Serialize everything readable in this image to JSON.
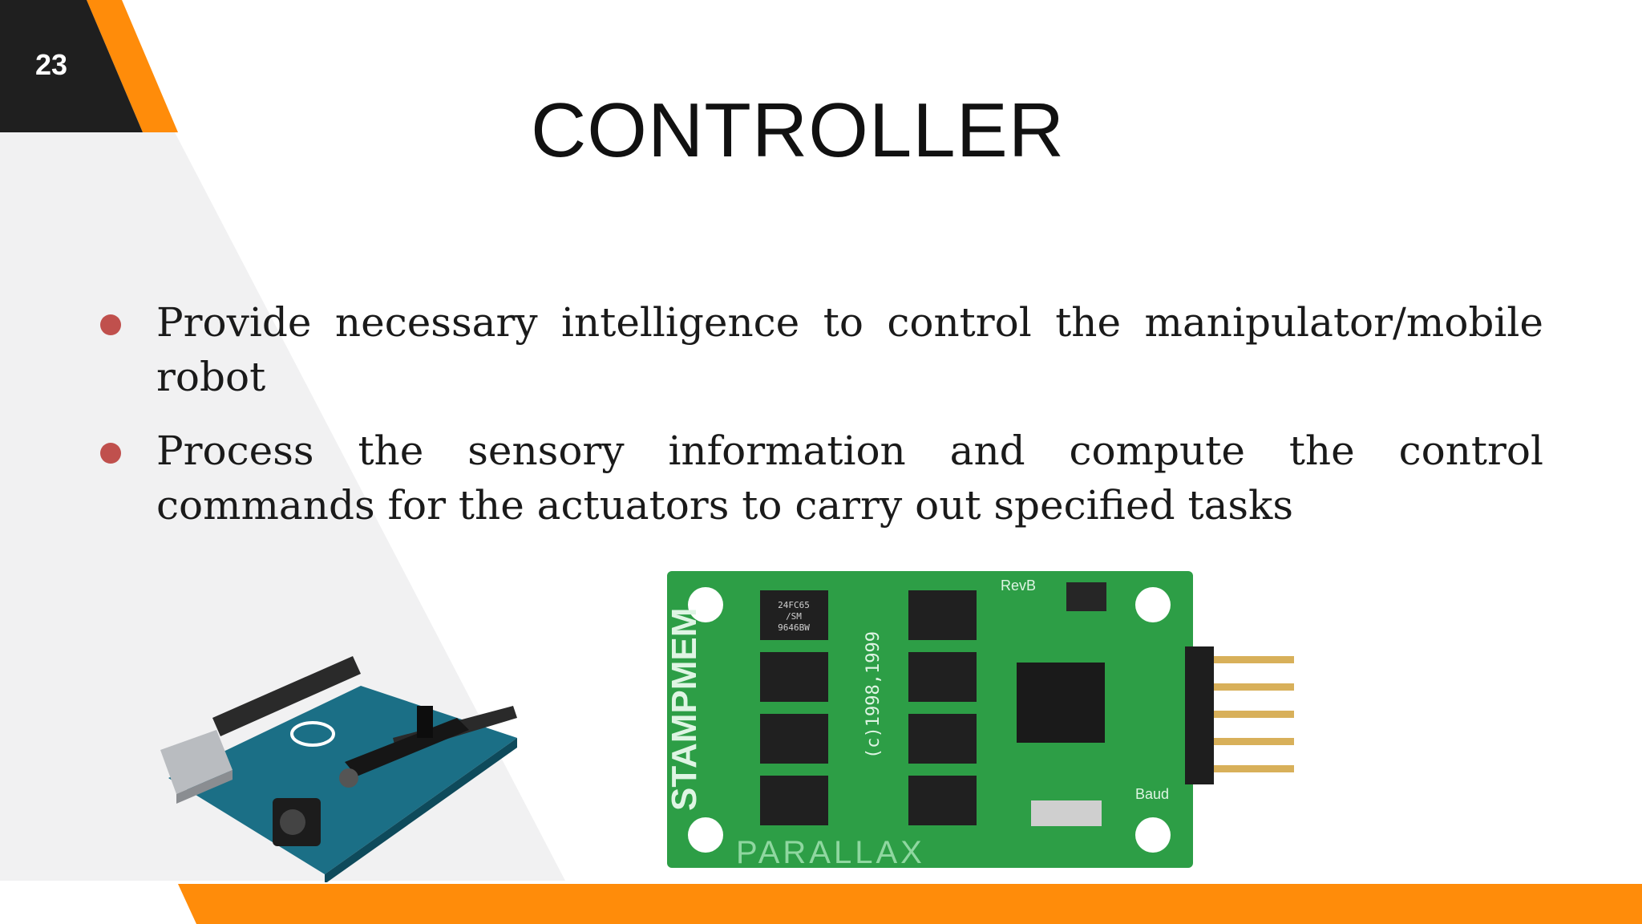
{
  "slide": {
    "page_number": "23",
    "title": "CONTROLLER",
    "bullets": [
      {
        "text": "Provide necessary intelligence to control the manipulator/mobile robot"
      },
      {
        "text": "Process the sensory information and compute  the control commands for the actuators to  carry out specified tasks"
      }
    ]
  },
  "images": {
    "arduino": {
      "icon": "arduino-board-photo"
    },
    "stampmem": {
      "icon": "stampmem-board-photo",
      "silkscreen": {
        "brand": "STAMPMEM",
        "maker": "PARALLAX",
        "copyright": "(c)1998,1999",
        "revision": "RevB",
        "baud": "Baud",
        "chip_top": "24FC65",
        "chip_mid": "/SM",
        "chip_bot": "9646BW"
      }
    }
  },
  "colors": {
    "accent_orange": "#ff8c0a",
    "corner_dark": "#1f1f1f",
    "pale_triangle": "#f1f1f2",
    "bullet_dot": "#c0504d",
    "pcb_green": "#2d9e46"
  }
}
